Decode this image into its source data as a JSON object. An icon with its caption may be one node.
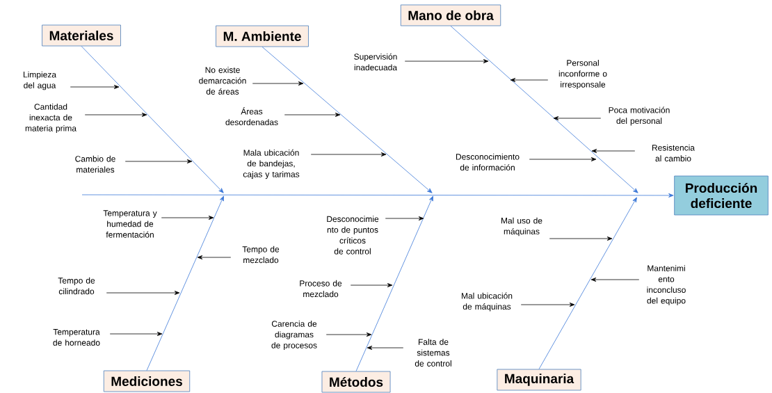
{
  "diagram": {
    "nodes": [
      {
        "text": [
          "Materiales"
        ]
      },
      {
        "text": [
          "M. Ambiente"
        ]
      },
      {
        "text": [
          "Mano de obra"
        ]
      },
      {
        "text": [
          "Producción deficiente"
        ]
      },
      {
        "text": [
          "Mediciones"
        ]
      },
      {
        "text": [
          "Métodos"
        ]
      },
      {
        "text": [
          "Maquinaria"
        ]
      },
      {
        "text": [
          "Limpieza del agua"
        ]
      },
      {
        "text": [
          "Cantidad inexacta de materia prima"
        ]
      },
      {
        "text": [
          "Cambio de materiales"
        ]
      },
      {
        "text": [
          "No existe demarcación de áreas"
        ]
      },
      {
        "text": [
          "Áreas desordenadas"
        ]
      },
      {
        "text": [
          "Mala ubicación de bandejas, cajas y tarimas"
        ]
      },
      {
        "text": [
          "Supervisión inadecuada"
        ]
      },
      {
        "text": [
          "Personal inconforme o irresponsale"
        ]
      },
      {
        "text": [
          "Poca motivación del personal"
        ]
      },
      {
        "text": [
          "Resistencia al cambio"
        ]
      },
      {
        "text": [
          "Desconocimiento de información"
        ]
      },
      {
        "text": [
          "Temperatura y humedad de fermentación"
        ]
      },
      {
        "text": [
          "Tempo de mezclado"
        ]
      },
      {
        "text": [
          "Tempo de cilindrado"
        ]
      },
      {
        "text": [
          "Temperatura de horneado"
        ]
      },
      {
        "text": [
          "Desconocimie nto de puntos críticos de control"
        ]
      },
      {
        "text": [
          "Proceso de mezclado"
        ]
      },
      {
        "text": [
          "Carencia de diagramas de procesos"
        ]
      },
      {
        "text": [
          "Falta de sistemas de control"
        ]
      },
      {
        "text": [
          "Mal uso de máquinas"
        ]
      },
      {
        "text": [
          "Mantenimi ento inconcluso del equipo"
        ]
      },
      {
        "text": [
          "Mal ubicación de máquinas"
        ]
      }
    ],
    "edges": [
      {
        "from": null,
        "to": 3,
        "arrow": "to",
        "color": "#3c78d8"
      },
      {
        "from": 0,
        "to": null,
        "arrow": "to",
        "color": "#3c78d8"
      },
      {
        "from": 1,
        "to": null,
        "arrow": "to",
        "color": "#3c78d8"
      },
      {
        "from": 2,
        "to": null,
        "arrow": "to",
        "color": "#3c78d8"
      },
      {
        "from": 4,
        "to": null,
        "arrow": "to",
        "color": "#3c78d8"
      },
      {
        "from": 5,
        "to": null,
        "arrow": "to",
        "color": "#3c78d8"
      },
      {
        "from": 6,
        "to": null,
        "arrow": "to",
        "color": "#3c78d8"
      },
      {
        "from": 7,
        "to": null,
        "arrow": "to"
      },
      {
        "from": 8,
        "to": null,
        "arrow": "to"
      },
      {
        "from": 9,
        "to": null,
        "arrow": "to"
      },
      {
        "from": 10,
        "to": null,
        "arrow": "to"
      },
      {
        "from": 11,
        "to": null,
        "arrow": "to"
      },
      {
        "from": 12,
        "to": null,
        "arrow": "to"
      },
      {
        "from": 13,
        "to": null,
        "arrow": "to"
      },
      {
        "from": 14,
        "to": null,
        "arrow": "to"
      },
      {
        "from": 15,
        "to": null,
        "arrow": "to"
      },
      {
        "from": 16,
        "to": null,
        "arrow": "to"
      },
      {
        "from": 17,
        "to": null,
        "arrow": "to"
      },
      {
        "from": 18,
        "to": null,
        "arrow": "to"
      },
      {
        "from": 19,
        "to": null,
        "arrow": "to"
      },
      {
        "from": 20,
        "to": null,
        "arrow": "to"
      },
      {
        "from": 21,
        "to": null,
        "arrow": "to"
      },
      {
        "from": 22,
        "to": null,
        "arrow": "to"
      },
      {
        "from": 23,
        "to": null,
        "arrow": "to"
      },
      {
        "from": 24,
        "to": null,
        "arrow": "to"
      },
      {
        "from": 25,
        "to": null,
        "arrow": "to"
      },
      {
        "from": 26,
        "to": null,
        "arrow": "to"
      },
      {
        "from": 27,
        "to": null,
        "arrow": "to"
      },
      {
        "from": 28,
        "to": null,
        "arrow": "to"
      }
    ]
  }
}
